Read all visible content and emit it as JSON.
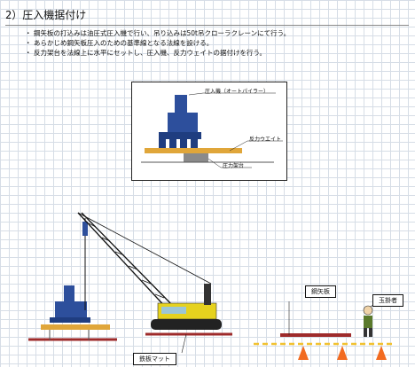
{
  "section": {
    "title": "2）圧入機据付け"
  },
  "bullets": {
    "b1": "鋼矢板の打込みは油圧式圧入機で行い、吊り込みは50t吊クローラクレーンにて行う。",
    "b2": "あらかじめ鋼矢板圧入のための基準線となる法線を設ける。",
    "b3": "反力架台を法線上に水平にセットし、圧入機、反力ウェイトの据付けを行う。",
    "marker": "・"
  },
  "figure1": {
    "label_machine": "圧入機（オートパイラー）",
    "label_weight": "反力ウエイト",
    "label_frame": "圧力架台"
  },
  "figure2": {
    "label_sheet_pile": "鋼矢板",
    "label_signalman": "玉掛者",
    "label_mat": "鉄板マット"
  },
  "colors": {
    "machine_blue": "#2d4f9c",
    "crane_yellow": "#e6d21e",
    "wood": "#e0a63a",
    "pile_red": "#9e2b2b",
    "cone_orange": "#f26b21"
  }
}
